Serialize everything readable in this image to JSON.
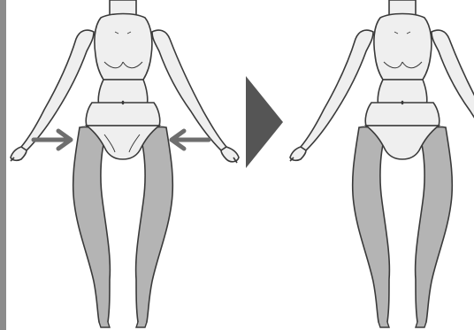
{
  "diagram": {
    "panels": [
      {
        "id": "before",
        "state": "legs-separate",
        "arrows": [
          "arrow-left-to-right",
          "arrow-right-to-left"
        ]
      },
      {
        "id": "after",
        "state": "legs-attached"
      }
    ],
    "transition_icon": "right-triangle-icon",
    "colors": {
      "outline": "#3a3a3a",
      "body_fill": "#efefef",
      "leg_fill": "#b4b4b4",
      "arrow": "#6e6e6e",
      "transition": "#555555",
      "left_bar": "#8c8c8c"
    }
  }
}
